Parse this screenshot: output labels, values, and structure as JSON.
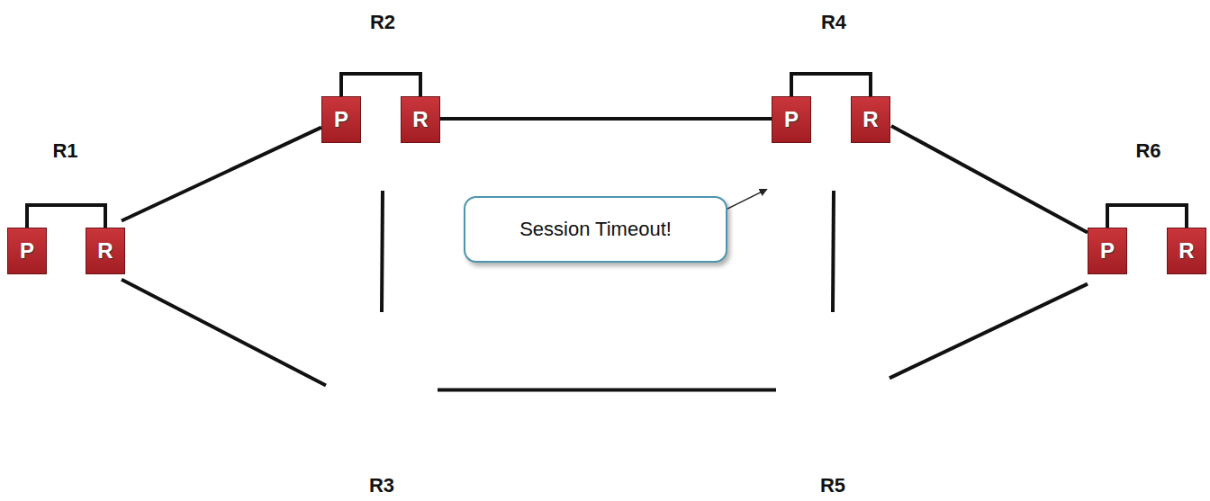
{
  "diagram": {
    "nodes": [
      {
        "text": [
          "R1"
        ]
      },
      {
        "text": [
          "P"
        ],
        "in": 0
      },
      {
        "text": [
          "R"
        ],
        "in": 0
      },
      {
        "text": [
          "R2"
        ]
      },
      {
        "text": [
          "P"
        ],
        "in": 3
      },
      {
        "text": [
          "R"
        ],
        "in": 3
      },
      {
        "text": [
          "R3"
        ]
      },
      {
        "text": [
          "R4"
        ]
      },
      {
        "text": [
          "P"
        ],
        "in": 7
      },
      {
        "text": [
          "R"
        ],
        "in": 7
      },
      {
        "text": [
          "R5"
        ]
      },
      {
        "text": [
          "R6"
        ]
      },
      {
        "text": [
          "P"
        ],
        "in": 11
      },
      {
        "text": [
          "R"
        ],
        "in": 11
      },
      {
        "text": [
          "Session Timeout!"
        ]
      }
    ],
    "edges": [
      {
        "from": 0,
        "to": 3,
        "arrow": "none"
      },
      {
        "from": 0,
        "to": 6,
        "arrow": "none"
      },
      {
        "from": 3,
        "to": 6,
        "arrow": "none"
      },
      {
        "from": 3,
        "to": 7,
        "arrow": "none"
      },
      {
        "from": 6,
        "to": 10,
        "arrow": "none"
      },
      {
        "from": 7,
        "to": 10,
        "arrow": "none"
      },
      {
        "from": 7,
        "to": 11,
        "arrow": "none"
      },
      {
        "from": 10,
        "to": 11,
        "arrow": "none"
      },
      {
        "from": 1,
        "to": 2,
        "arrow": "none"
      },
      {
        "from": 4,
        "to": 5,
        "arrow": "none"
      },
      {
        "from": 8,
        "to": 9,
        "arrow": "none"
      },
      {
        "from": 12,
        "to": 13,
        "arrow": "none"
      },
      {
        "from": 14,
        "to": 7,
        "arrow": "to"
      }
    ]
  }
}
